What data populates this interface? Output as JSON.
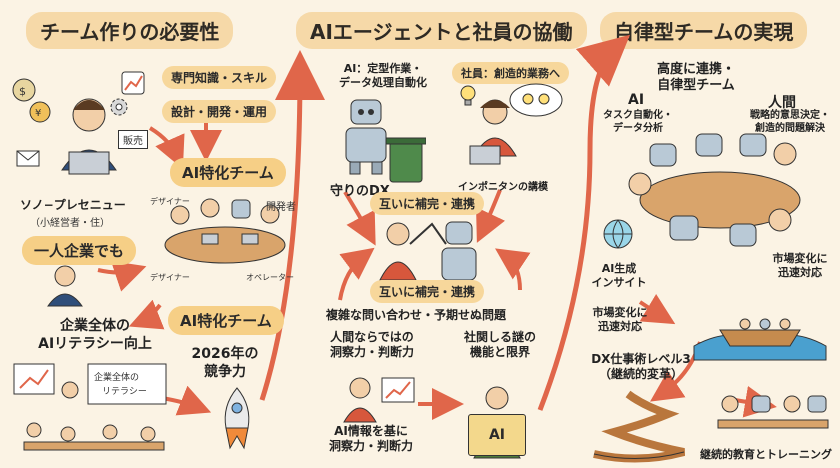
{
  "headers": {
    "left": "チーム作りの必要性",
    "middle": "AIエージェントと社員の協働",
    "right": "自律型チームの実現"
  },
  "left": {
    "skills_1": "専門知識・スキル",
    "skills_2": "設計・開発・運用",
    "ai_team_1": "AI特化チーム",
    "person_caption_1": "ソノ−プレセニュー",
    "person_caption_2": "（小経営者・住）",
    "sales_tag": "販売",
    "role_designer_1": "デザイナー",
    "role_developer": "開発者",
    "role_designer_2": "デザイナー",
    "role_operator": "オペレーター",
    "solo": "一人企業でも",
    "ai_team_2": "AI特化チーム",
    "literacy_1": "企業全体の",
    "literacy_2": "AIリテラシー向上",
    "board_1": "企業全体の",
    "board_2": "リテラシー",
    "year_1": "2026年の",
    "year_2": "競争力"
  },
  "middle": {
    "ai_role_1": "AI：定型作業・",
    "ai_role_2": "データ処理自動化",
    "staff_role": "社員：創造的業務へ",
    "defensive_dx": "守りのDX",
    "cognitive": "インポニタンの講模",
    "mutual_1": "互いに補完・連携",
    "mutual_2": "互いに補完・連携",
    "complex": "複雑な問い合わせ・予期せぬ問題",
    "human_1": "人間ならではの",
    "human_2": "洞察力・判断力",
    "limits_1": "社関しる謎の",
    "limits_2": "機能と限界",
    "ai_info_1": "AI情報を基に",
    "ai_info_2": "洞察力・判断力",
    "book_text": "AI"
  },
  "right": {
    "coop_1": "高度に連携・",
    "coop_2": "自律型チーム",
    "ai_head": "AI",
    "ai_desc_1": "タスク自動化・",
    "ai_desc_2": "データ分析",
    "human_head": "人間",
    "human_desc_1": "戦略的意思決定・",
    "human_desc_2": "創造的問題解決",
    "gen_1": "AI生成",
    "gen_2": "インサイト",
    "market_1": "市場変化に",
    "market_2": "迅速対応",
    "market_3": "市場変化に",
    "market_4": "迅速対応",
    "dx_1": "DX仕事術レベル3",
    "dx_2": "（継続的変革）",
    "education": "継続的教育とトレーニング"
  },
  "colors": {
    "background": "#fbf3e4",
    "accent": "#e0664a",
    "pill": "#f7d79b",
    "robot": "#b9c9d6"
  },
  "icons": [
    "money-bag-icon",
    "yen-coin-icon",
    "gear-icon",
    "chart-icon",
    "lightbulb-icon",
    "rocket-icon",
    "robot-icon",
    "book-icon",
    "boat-icon",
    "spiral-stairs-icon",
    "trash-can-icon",
    "globe-icon"
  ]
}
